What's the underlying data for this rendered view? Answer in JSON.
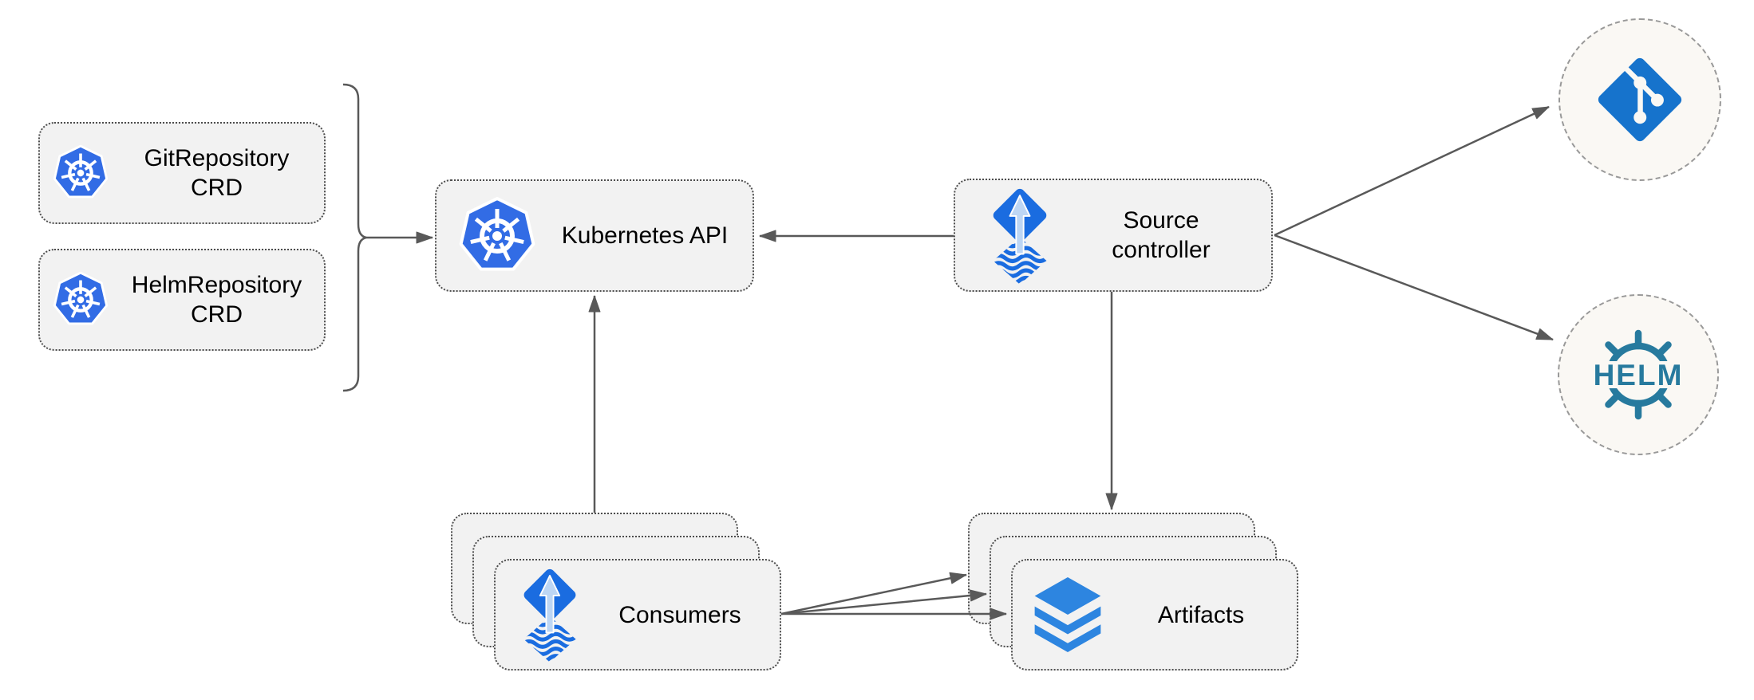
{
  "title": "Flux source-controller architecture diagram",
  "colors": {
    "background": "#ffffff",
    "box_fill": "#f2f2f2",
    "box_border": "#4d4d4d",
    "circle_fill": "#faf8f4",
    "circle_border": "#999999",
    "edge": "#595959",
    "text": "#000000",
    "kubernetes_blue": "#326ce5",
    "flux_blue": "#1a6ce0",
    "flux_arrow_light": "#bdd6f4",
    "git_blue": "#1673cc",
    "helm_teal": "#277a9e",
    "layers_blue": "#2d85e0"
  },
  "nodes": {
    "git_crd": {
      "label": "GitRepository\nCRD",
      "icon": "kubernetes-icon"
    },
    "helm_crd": {
      "label": "HelmRepository\nCRD",
      "icon": "kubernetes-icon"
    },
    "k8s_api": {
      "label": "Kubernetes API",
      "icon": "kubernetes-icon"
    },
    "source_controller": {
      "label": "Source\ncontroller",
      "icon": "flux-icon"
    },
    "consumers": {
      "label": "Consumers",
      "icon": "flux-icon",
      "stack_count": 3
    },
    "artifacts": {
      "label": "Artifacts",
      "icon": "layers-icon",
      "stack_count": 3
    },
    "git_endpoint": {
      "icon": "git-icon"
    },
    "helm_endpoint": {
      "icon": "helm-icon",
      "logo_text": "HELM"
    }
  },
  "edges": [
    {
      "from": "git_crd & helm_crd",
      "to": "k8s_api",
      "via": "brace",
      "arrows": 1
    },
    {
      "from": "source_controller",
      "to": "k8s_api",
      "arrows": 1
    },
    {
      "from": "consumers",
      "to": "k8s_api",
      "arrows": 1
    },
    {
      "from": "source_controller",
      "to": "git_endpoint",
      "arrows": 1
    },
    {
      "from": "source_controller",
      "to": "helm_endpoint",
      "arrows": 1
    },
    {
      "from": "source_controller",
      "to": "artifacts",
      "arrows": 1
    },
    {
      "from": "consumers",
      "to": "artifacts",
      "arrows": 3
    }
  ]
}
